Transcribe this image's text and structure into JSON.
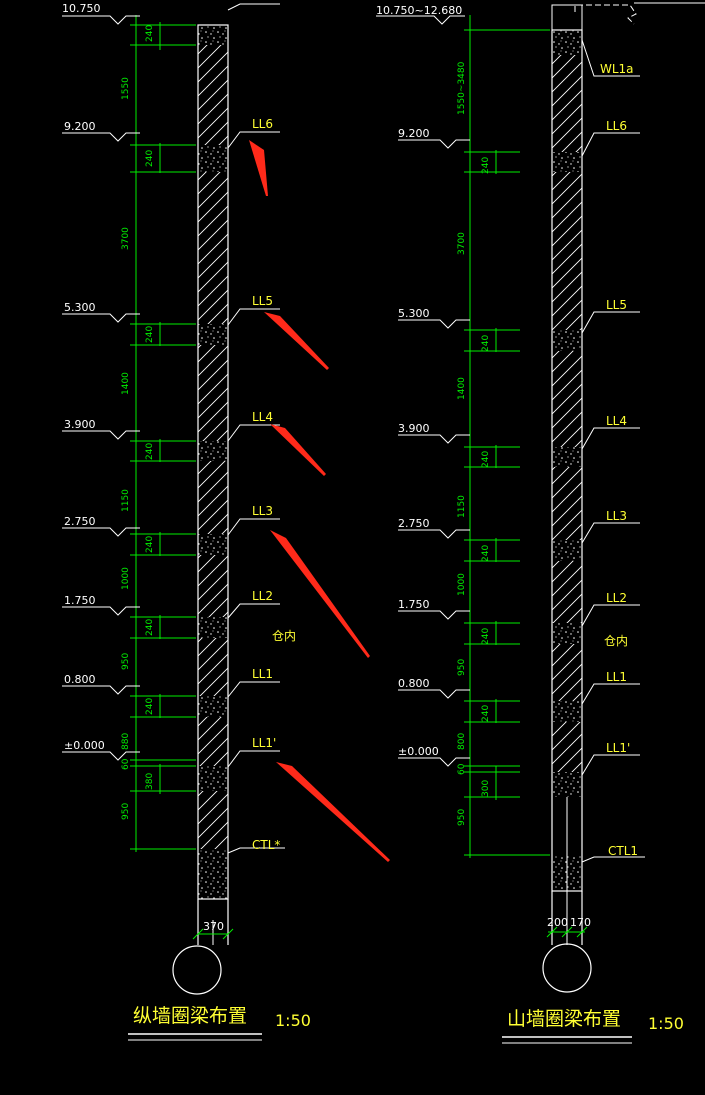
{
  "drawings": [
    {
      "id": "left",
      "title": "纵墙圈梁布置",
      "scale": "1:50",
      "width_label": "370",
      "top_elev": "10.750",
      "levels": [
        "9.200",
        "5.300",
        "3.900",
        "2.750",
        "1.750",
        "0.800",
        "±0.000"
      ],
      "beams": [
        "LL6",
        "LL5",
        "LL4",
        "LL3",
        "LL2",
        "LL1",
        "LL1'",
        "CTL*"
      ],
      "dims": [
        "240",
        "1550",
        "240",
        "3700",
        "240",
        "1400",
        "240",
        "1150",
        "240",
        "1000",
        "240",
        "950",
        "240",
        "880",
        "60",
        "380",
        "950"
      ],
      "inside_label": "仓内"
    },
    {
      "id": "right",
      "title": "山墙圈梁布置",
      "scale": "1:50",
      "width_labels": [
        "200",
        "170"
      ],
      "top_elev": "10.750~12.680",
      "levels": [
        "9.200",
        "5.300",
        "3.900",
        "2.750",
        "1.750",
        "0.800",
        "±0.000"
      ],
      "beams": [
        "WL1a",
        "LL6",
        "LL5",
        "LL4",
        "LL3",
        "LL2",
        "LL1",
        "LL1'",
        "CTL1"
      ],
      "dims": [
        "1550~3480",
        "240",
        "3700",
        "240",
        "1400",
        "240",
        "1150",
        "240",
        "1000",
        "240",
        "950",
        "240",
        "800",
        "60",
        "300",
        "950"
      ],
      "inside_label": "仓内"
    }
  ],
  "colors": {
    "background": "#000000",
    "wall": "#ffffff",
    "dimension": "#00ee00",
    "label": "#ffff33",
    "arrow": "#ff2a1a"
  }
}
